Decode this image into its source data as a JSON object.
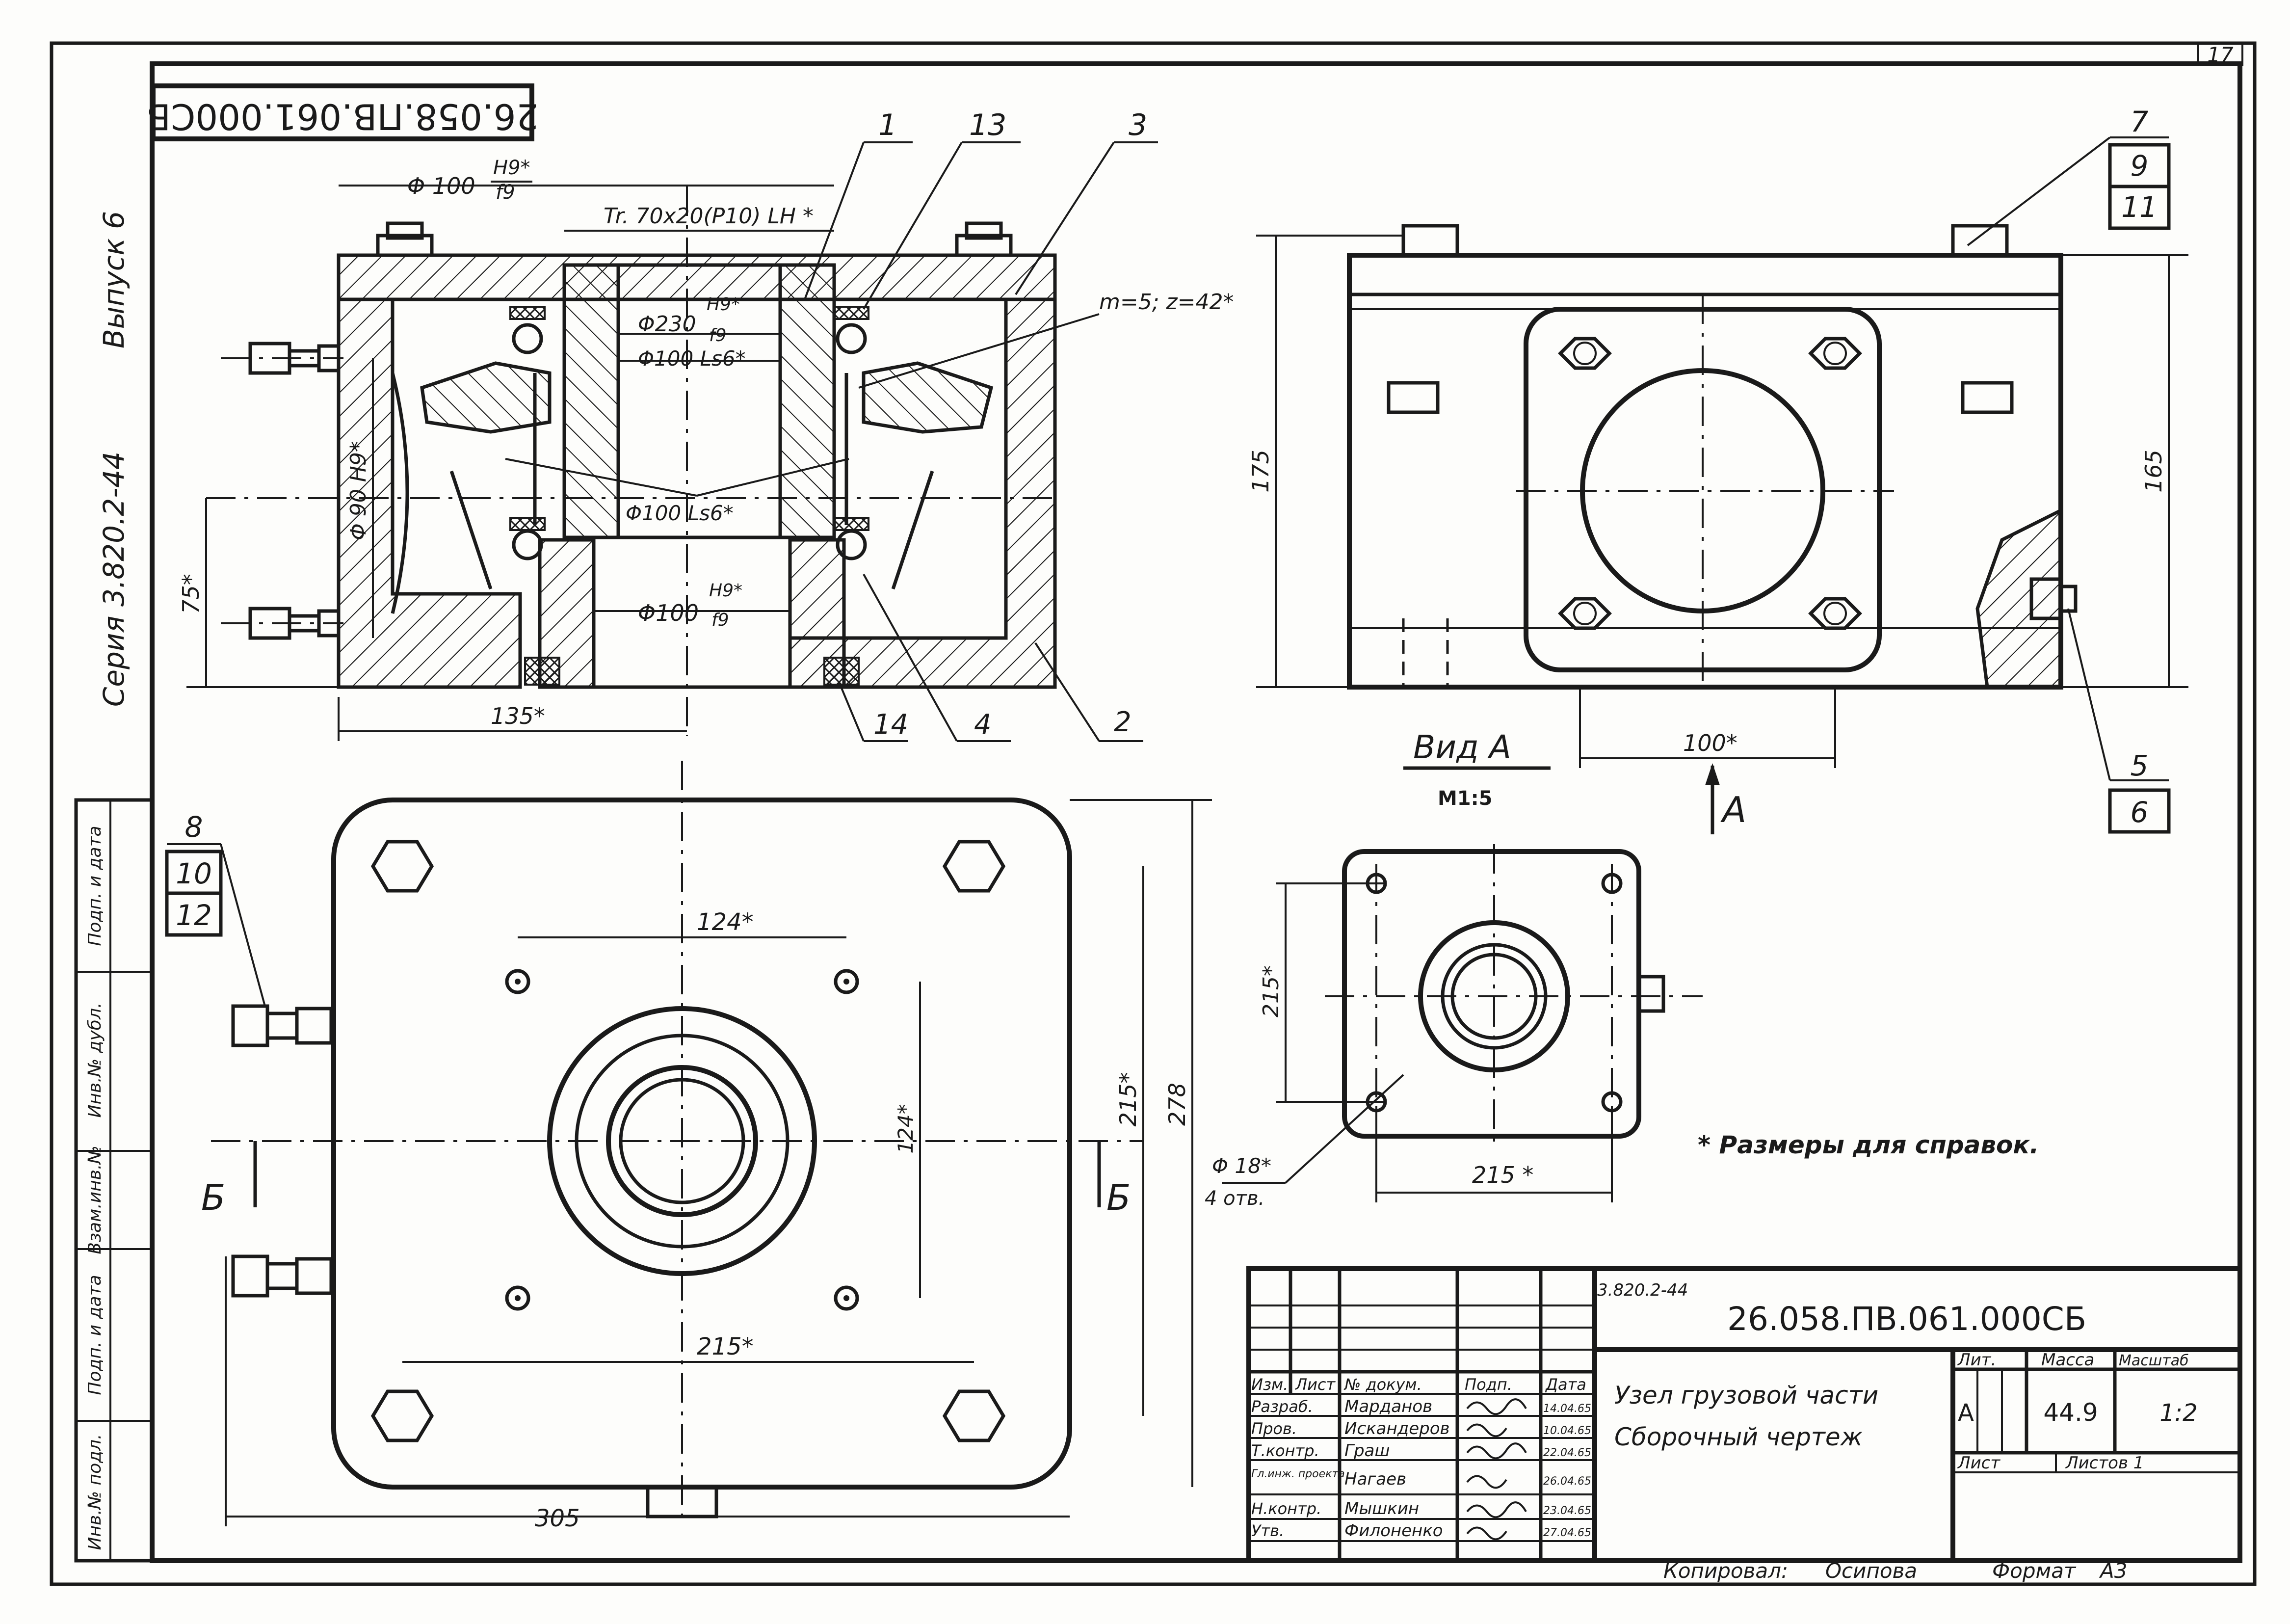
{
  "sheet": {
    "number": "17",
    "series_vertical": "Серия 3.820.2-44",
    "issue_vertical": "Выпуск 6",
    "mirrored_code": "26.058.ПВ.061.000СБ"
  },
  "side_stamp": [
    "Инв.№ подл.",
    "Подп. и дата",
    "Взам.инв.№",
    "Инв.№ дубл.",
    "Подп. и дата"
  ],
  "section_view": {
    "callouts": [
      "1",
      "13",
      "3",
      "14",
      "4",
      "2"
    ],
    "dims": {
      "d100_h9_f9": "Φ 100",
      "h9f9_num": "H9*",
      "h9f9_den": "f9",
      "thread": "Tr. 70x20(P10) LH *",
      "d230_label": "Φ230",
      "d230_num": "H9*",
      "d230_den": "f9",
      "d100_ls6_top": "Φ100 Ls6*",
      "module": "m=5; z=42*",
      "d90": "Φ 90 H9*",
      "d100_ls6_mid": "Φ100 Ls6*",
      "d100_bot_label": "Φ100",
      "d100_bot_num": "H9*",
      "d100_bot_den": "f9",
      "h75": "75*",
      "w135": "135*"
    }
  },
  "front_view": {
    "callouts": [
      "7",
      "9",
      "11",
      "5",
      "6"
    ],
    "dims": {
      "h175": "175",
      "h165": "165",
      "w100": "100*"
    }
  },
  "plan_view": {
    "callouts": [
      "8",
      "10",
      "12"
    ],
    "dims": {
      "w124": "124*",
      "h124": "124*",
      "h215": "215*",
      "h278": "278",
      "w215": "215*",
      "w305": "305"
    },
    "section_marks": [
      "Б",
      "Б"
    ]
  },
  "view_a": {
    "title": "Вид А",
    "scale": "M1:5",
    "arrow_label": "А",
    "dims": {
      "h215": "215*",
      "w215": "215 *",
      "holes": "Φ 18*",
      "holes_count": "4 отв."
    }
  },
  "note": "* Размеры для справок.",
  "title_block": {
    "series_small": "3.820.2-44",
    "code": "26.058.ПВ.061.000СБ",
    "name_line1": "Узел грузовой части",
    "name_line2": "Сборочный чертеж",
    "header": [
      "Изм.",
      "Лист",
      "№ докум.",
      "Подп.",
      "Дата"
    ],
    "rows": [
      {
        "role": "Разраб.",
        "name": "Марданов",
        "date": "14.04.65"
      },
      {
        "role": "Пров.",
        "name": "Искандеров",
        "date": "10.04.65"
      },
      {
        "role": "Т.контр.",
        "name": "Граш",
        "date": "22.04.65"
      },
      {
        "role": "Гл.инж. проекта",
        "name": "Нагаев",
        "date": "26.04.65"
      },
      {
        "role": "Н.контр.",
        "name": "Мышкин",
        "date": "23.04.65"
      },
      {
        "role": "Утв.",
        "name": "Филоненко",
        "date": "27.04.65"
      }
    ],
    "lit_label": "Лит.",
    "mass_label": "Масса",
    "scale_label": "Масштаб",
    "lit_value": "А",
    "mass_value": "44.9",
    "scale_value": "1:2",
    "sheet_label": "Лист",
    "sheets_label": "Листов 1"
  },
  "footer": {
    "copied_label": "Копировал:",
    "copied_name": "Осипова",
    "format_label": "Формат",
    "format_value": "А3"
  }
}
